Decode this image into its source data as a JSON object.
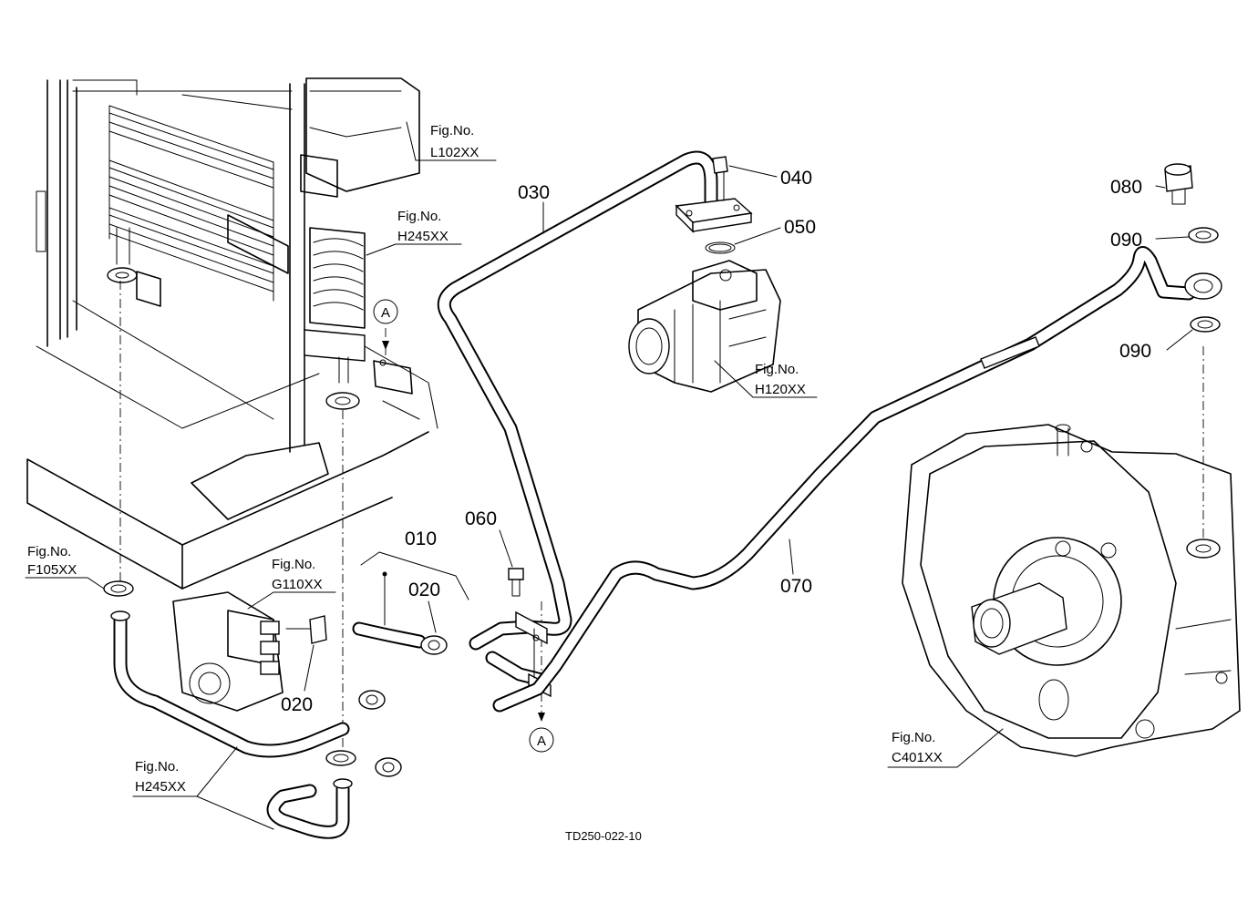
{
  "parts": {
    "p010": "010",
    "p020_upper": "020",
    "p020_lower": "020",
    "p030": "030",
    "p040": "040",
    "p050": "050",
    "p060": "060",
    "p070": "070",
    "p080": "080",
    "p090_upper": "090",
    "p090_lower": "090"
  },
  "figure_refs": {
    "fig_prefix": "Fig.No.",
    "l102": "L102XX",
    "h245_top": "H245XX",
    "h120": "H120XX",
    "f105": "F105XX",
    "g110": "G110XX",
    "h245_bottom": "H245XX",
    "c401": "C401XX"
  },
  "markers": {
    "upper_a": "A",
    "lower_a": "A"
  },
  "drawing_code": "TD250-022-10"
}
